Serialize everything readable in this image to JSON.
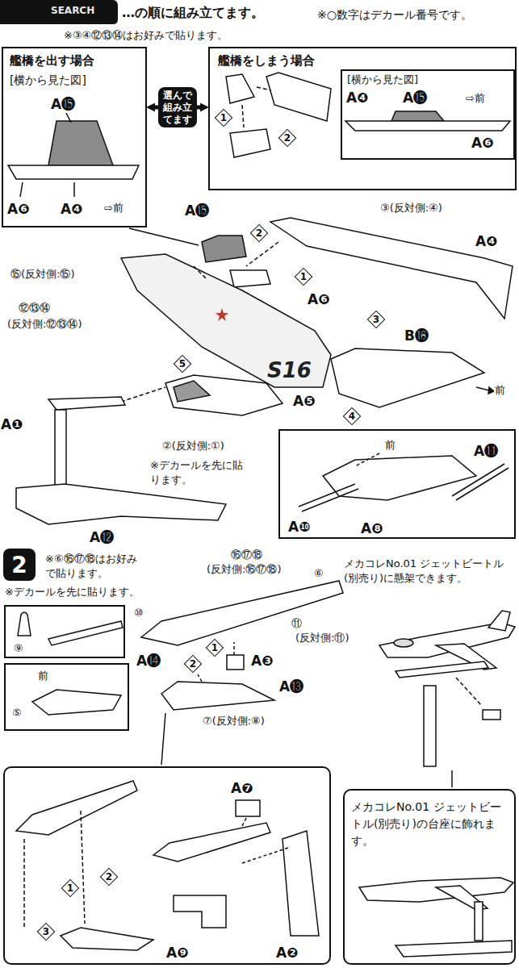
{
  "diagram": {
    "nodes": [
      {
        "text": [
          "艦橋を出す場合",
          "[横から見た図]"
        ]
      },
      {
        "text": [
          "選んで組み立てます"
        ]
      },
      {
        "text": [
          "艦橋をしまう場合"
        ]
      },
      {
        "text": [
          "[横から見た図]"
        ],
        "in": 2
      },
      {
        "text": [
          "前",
          "A❿",
          "A❽",
          "A⓫"
        ]
      },
      {
        "text": [
          "2"
        ]
      },
      {
        "text": [
          "⑨"
        ]
      },
      {
        "text": [
          "前",
          "⑤"
        ]
      },
      {
        "text": [
          "A❼",
          "2",
          "1",
          "3",
          "A❾",
          "A❷"
        ]
      },
      {
        "text": [
          "メカコレNo.01 ジェットビートル(別売り)の台座に飾れます。"
        ]
      }
    ],
    "edges": [
      {
        "from": 1,
        "to": 0,
        "arrow": "to"
      },
      {
        "from": 1,
        "to": 2,
        "arrow": "to"
      }
    ],
    "labels": [
      "SEARCH",
      "…の順に組み立てます。",
      "※○数字はデカール番号です。",
      "※③④⑫⑬⑭はお好みで貼ります。",
      "A⓯",
      "A❻",
      "A❹",
      "⇨前",
      "1",
      "2",
      "A❹",
      "A⓯",
      "⇨前",
      "A❻",
      "A⓯",
      "2",
      "③(反対側:④)",
      "A❹",
      "1",
      "⑮(反対側:⑮)",
      "A❻",
      "⑫⑬⑭",
      "(反対側:⑫⑬⑭)",
      "3",
      "S16",
      "B⓰",
      "5",
      "4",
      "A❺",
      "前",
      "A❶",
      "②(反対側:①)",
      "※デカールを先に貼ります。",
      "A⓬",
      "※⑥⑯⑰⑱はお好みで貼ります。",
      "※デカールを先に貼ります。",
      "⑯⑰⑱",
      "(反対側:⑯⑰⑱)",
      "⑥",
      "⑩",
      "⑪",
      "(反対側:⑪)",
      "1",
      "2",
      "A❸",
      "A⓮",
      "A⓭",
      "⑦(反対側:⑧)",
      "メカコレNo.01 ジェットビートル(別売り)に懸架できます。"
    ]
  }
}
